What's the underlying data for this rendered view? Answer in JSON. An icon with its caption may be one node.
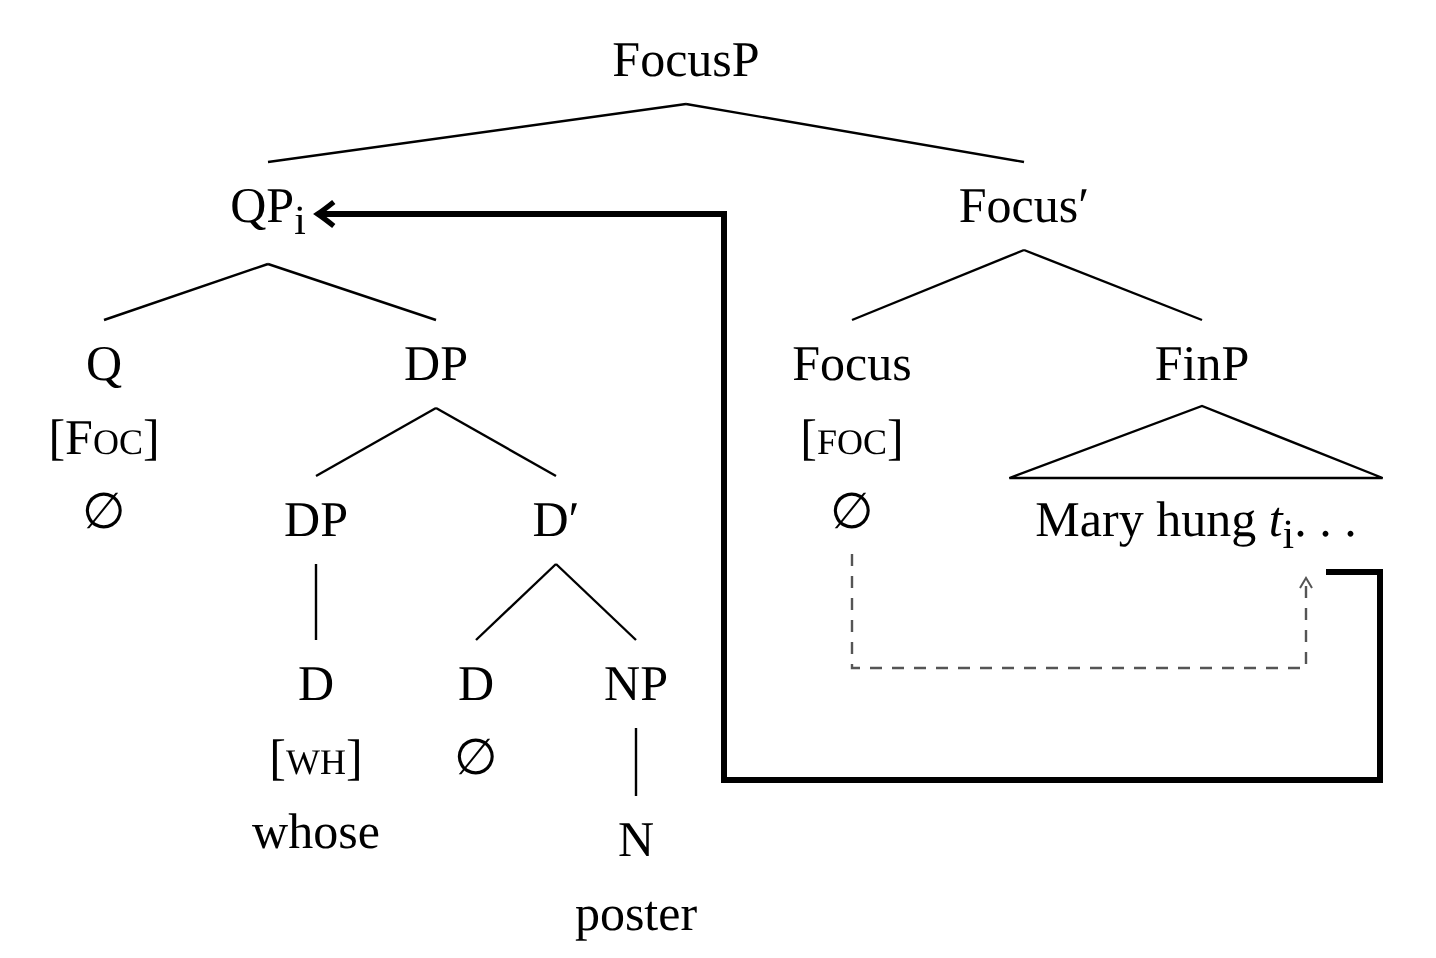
{
  "diagram": {
    "nodes": [
      {
        "text": [
          "FocusP"
        ]
      },
      {
        "text": [
          "QP$_{i}$"
        ]
      },
      {
        "text": [
          "Focus′"
        ]
      },
      {
        "text": [
          "Q",
          "[Foc]",
          "∅"
        ]
      },
      {
        "text": [
          "DP"
        ]
      },
      {
        "text": [
          "Focus",
          "[foc]",
          "∅"
        ]
      },
      {
        "text": [
          "FinP"
        ]
      },
      {
        "text": [
          "DP"
        ]
      },
      {
        "text": [
          "D′"
        ]
      },
      {
        "text": [
          "D",
          "[wh]",
          "whose"
        ]
      },
      {
        "text": [
          "D",
          "∅"
        ]
      },
      {
        "text": [
          "NP"
        ]
      },
      {
        "text": [
          "N",
          "poster"
        ]
      },
      {
        "text": [
          "Mary hung *t*$_{i}$. . ."
        ]
      }
    ],
    "edges": [
      {
        "from": 0,
        "to": 1,
        "arrow": "none"
      },
      {
        "from": 0,
        "to": 2,
        "arrow": "none"
      },
      {
        "from": 1,
        "to": 3,
        "arrow": "none"
      },
      {
        "from": 1,
        "to": 4,
        "arrow": "none"
      },
      {
        "from": 2,
        "to": 5,
        "arrow": "none"
      },
      {
        "from": 2,
        "to": 6,
        "arrow": "none"
      },
      {
        "from": 4,
        "to": 7,
        "arrow": "none"
      },
      {
        "from": 4,
        "to": 8,
        "arrow": "none"
      },
      {
        "from": 7,
        "to": 9,
        "arrow": "none"
      },
      {
        "from": 8,
        "to": 10,
        "arrow": "none"
      },
      {
        "from": 8,
        "to": 11,
        "arrow": "none"
      },
      {
        "from": 11,
        "to": 12,
        "arrow": "none"
      },
      {
        "from": 6,
        "to": 13,
        "arrow": "none"
      },
      {
        "from": 13,
        "to": 1,
        "arrow": "to",
        "style": "thick"
      },
      {
        "from": 5,
        "to": 13,
        "arrow": "to",
        "style": "dashed",
        "color": "#555555"
      }
    ]
  }
}
